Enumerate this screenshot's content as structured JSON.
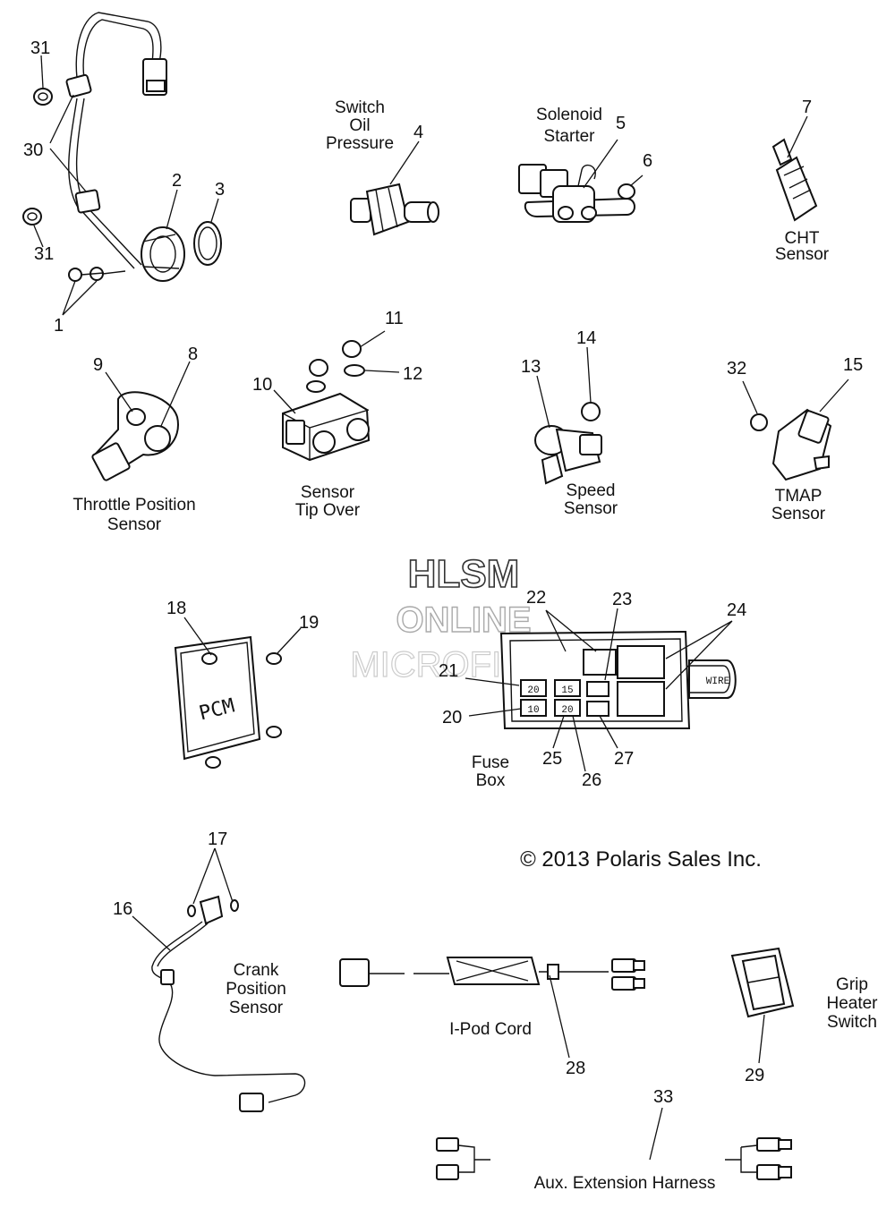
{
  "labels": {
    "switch_oil_pressure": [
      "Switch",
      "Oil",
      "Pressure"
    ],
    "solenoid_starter": [
      "Solenoid",
      "Starter"
    ],
    "cht_sensor": [
      "CHT",
      "Sensor"
    ],
    "throttle_position_sensor": [
      "Throttle Position",
      "Sensor"
    ],
    "sensor_tip_over": [
      "Sensor",
      "Tip Over"
    ],
    "speed_sensor": [
      "Speed",
      "Sensor"
    ],
    "tmap_sensor": [
      "TMAP",
      "Sensor"
    ],
    "fuse_box": [
      "Fuse",
      "Box"
    ],
    "crank_position_sensor": [
      "Crank",
      "Position",
      "Sensor"
    ],
    "ipod_cord": "I-Pod Cord",
    "grip_heater_switch": [
      "Grip",
      "Heater",
      "Switch"
    ],
    "aux_extension_harness": "Aux. Extension Harness",
    "pcm_marking": "PCM",
    "wire_tag": "WIRE",
    "fuse_20a": "20",
    "fuse_10a": "10",
    "fuse_15a": "15",
    "fuse_20b": "20"
  },
  "callouts": {
    "c31a": "31",
    "c30": "30",
    "c31b": "31",
    "c1": "1",
    "c2": "2",
    "c3": "3",
    "c4": "4",
    "c5": "5",
    "c6": "6",
    "c7": "7",
    "c8": "8",
    "c9": "9",
    "c10": "10",
    "c11": "11",
    "c12": "12",
    "c13": "13",
    "c14": "14",
    "c15": "15",
    "c32": "32",
    "c18": "18",
    "c19": "19",
    "c21": "21",
    "c20": "20",
    "c22": "22",
    "c23": "23",
    "c24": "24",
    "c25": "25",
    "c26": "26",
    "c27": "27",
    "c17": "17",
    "c16": "16",
    "c28": "28",
    "c29": "29",
    "c33": "33"
  },
  "watermark": [
    "HLSM",
    "ONLINE",
    "MICROFICHE"
  ],
  "copyright": "© 2013 Polaris Sales Inc."
}
